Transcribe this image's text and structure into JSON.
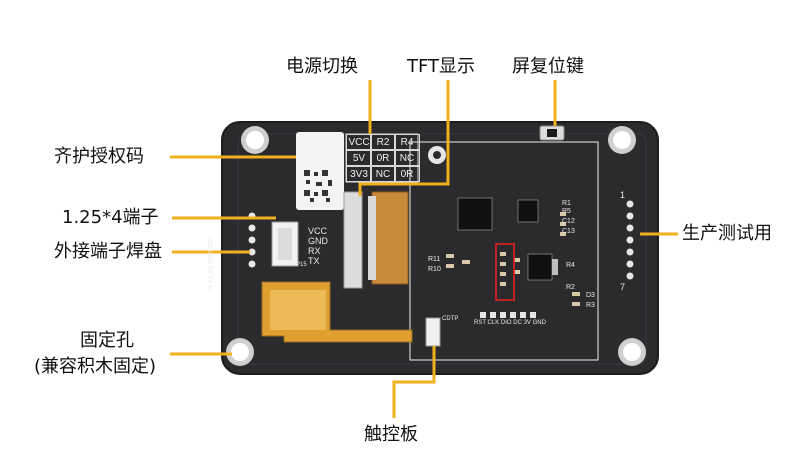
{
  "labels": {
    "power_switch": "电源切换",
    "tft_display": "TFT显示",
    "screen_reset_key": "屏复位键",
    "license_code": "齐护授权码",
    "connector_1": "1.25*4端子",
    "external_pads": "外接端子焊盘",
    "production_test": "生产测试用",
    "fixing_hole_1": "固定孔",
    "fixing_hole_2": "(兼容积木固定)",
    "touch_panel": "触控板"
  },
  "power_table": {
    "rows": [
      [
        "VCC",
        "R2",
        "R4"
      ],
      [
        "5V",
        "0R",
        "NC"
      ],
      [
        "3V3",
        "NC",
        "0R"
      ]
    ]
  },
  "connector_pins": [
    "VCC",
    "GND",
    "RX",
    "TX"
  ],
  "silkscreen": {
    "test_pin_1": "1",
    "test_pin_7": "7",
    "r1": "R1",
    "r5": "R5",
    "c12": "C12",
    "c13": "C13",
    "r11": "R11",
    "r10": "R10",
    "r2": "R2",
    "r4": "R4",
    "d3": "D3",
    "r3": "R3",
    "p15": "P15",
    "bottom_pins": "RST CLK DIO DC 3V GND",
    "cdtp": "CDTP",
    "side_pins": "VCC GND RX TX IO"
  },
  "colors": {
    "callout_line": "#f2b01e",
    "board": "#2b2b2e",
    "board_edge": "#1c1c1e",
    "flex_cable": "#c98a3a",
    "highlight_box": "#e02020"
  }
}
